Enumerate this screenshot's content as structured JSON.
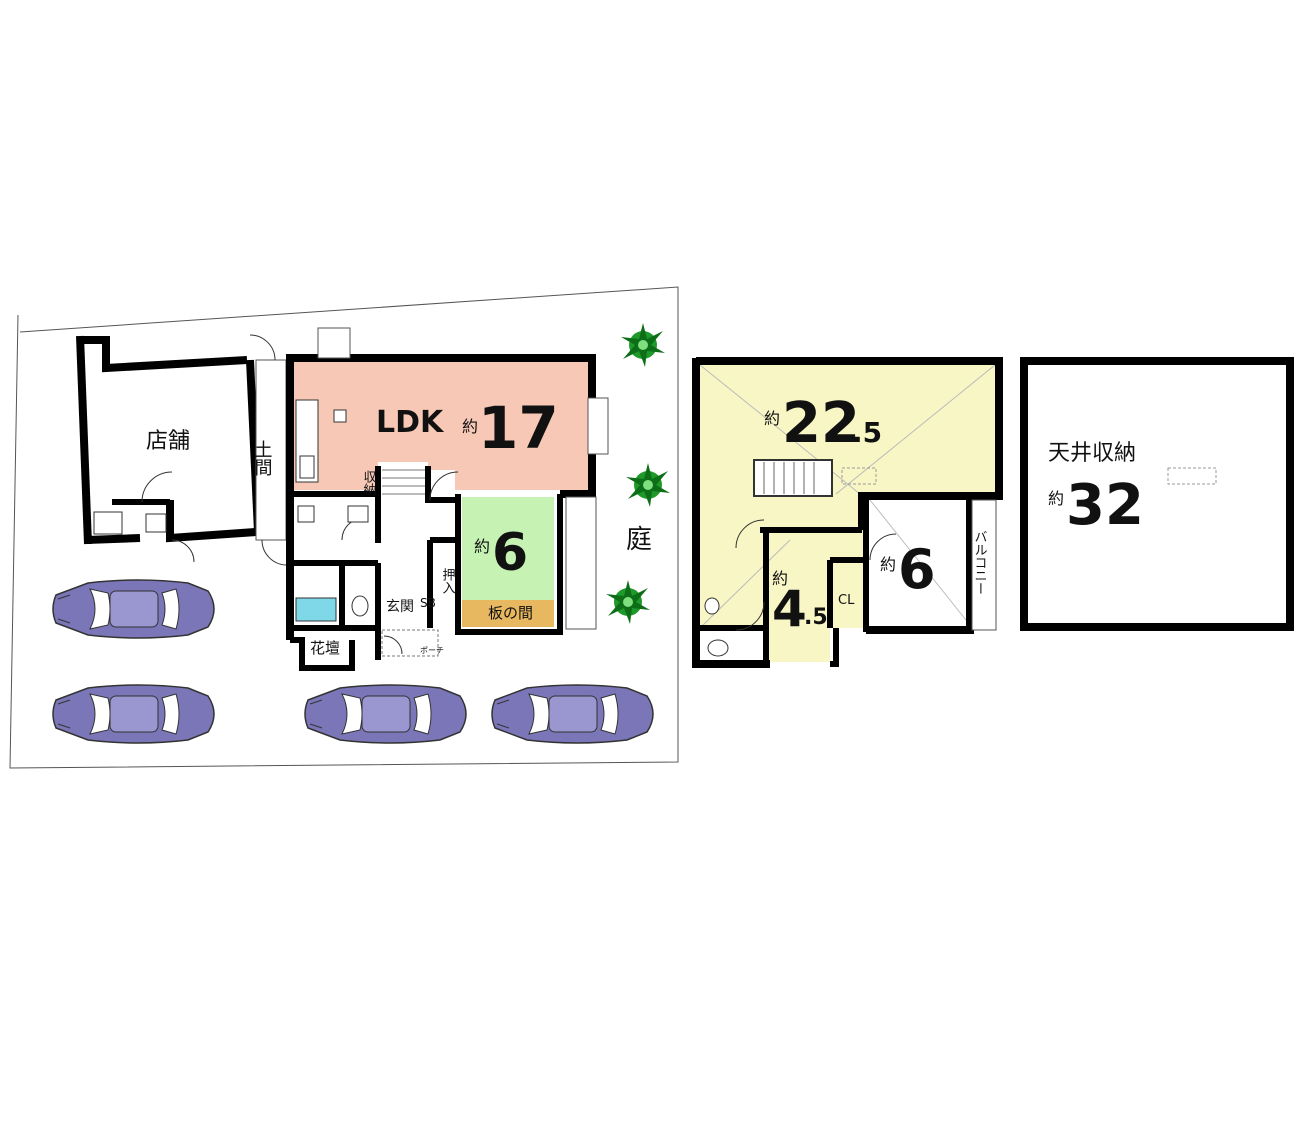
{
  "first_floor": {
    "store_label": "店舗",
    "doma_label": "土間",
    "ldk_label": "LDK",
    "ldk_approx": "約",
    "ldk_size": "17",
    "storage_label": "収納",
    "washitsu_approx": "約",
    "washitsu_size": "6",
    "oshiire_label": "押入",
    "entrance_label": "玄関",
    "shoebox_label": "SB",
    "itanoma_label": "板の間",
    "flowerbed_label": "花壇",
    "porch_label": "ポーチ",
    "garden_label": "庭"
  },
  "second_floor": {
    "main_approx": "約",
    "main_size": "22",
    "main_size_decimal": ".5",
    "small_approx": "約",
    "small_size": "4",
    "small_size_decimal": ".5",
    "closet_label": "CL",
    "east_approx": "約",
    "east_size": "6",
    "balcony_label": "バルコニー"
  },
  "attic": {
    "label": "天井収納",
    "approx": "約",
    "size": "32"
  },
  "colors": {
    "ldk": "#f7c8b6",
    "washitsu": "#c6f2b4",
    "second_floor": "#f7f6c4",
    "itanoma": "#e8b860",
    "bath": "#7ed8e8",
    "car": "#7a76b8",
    "tree": "#1f9a2a"
  }
}
